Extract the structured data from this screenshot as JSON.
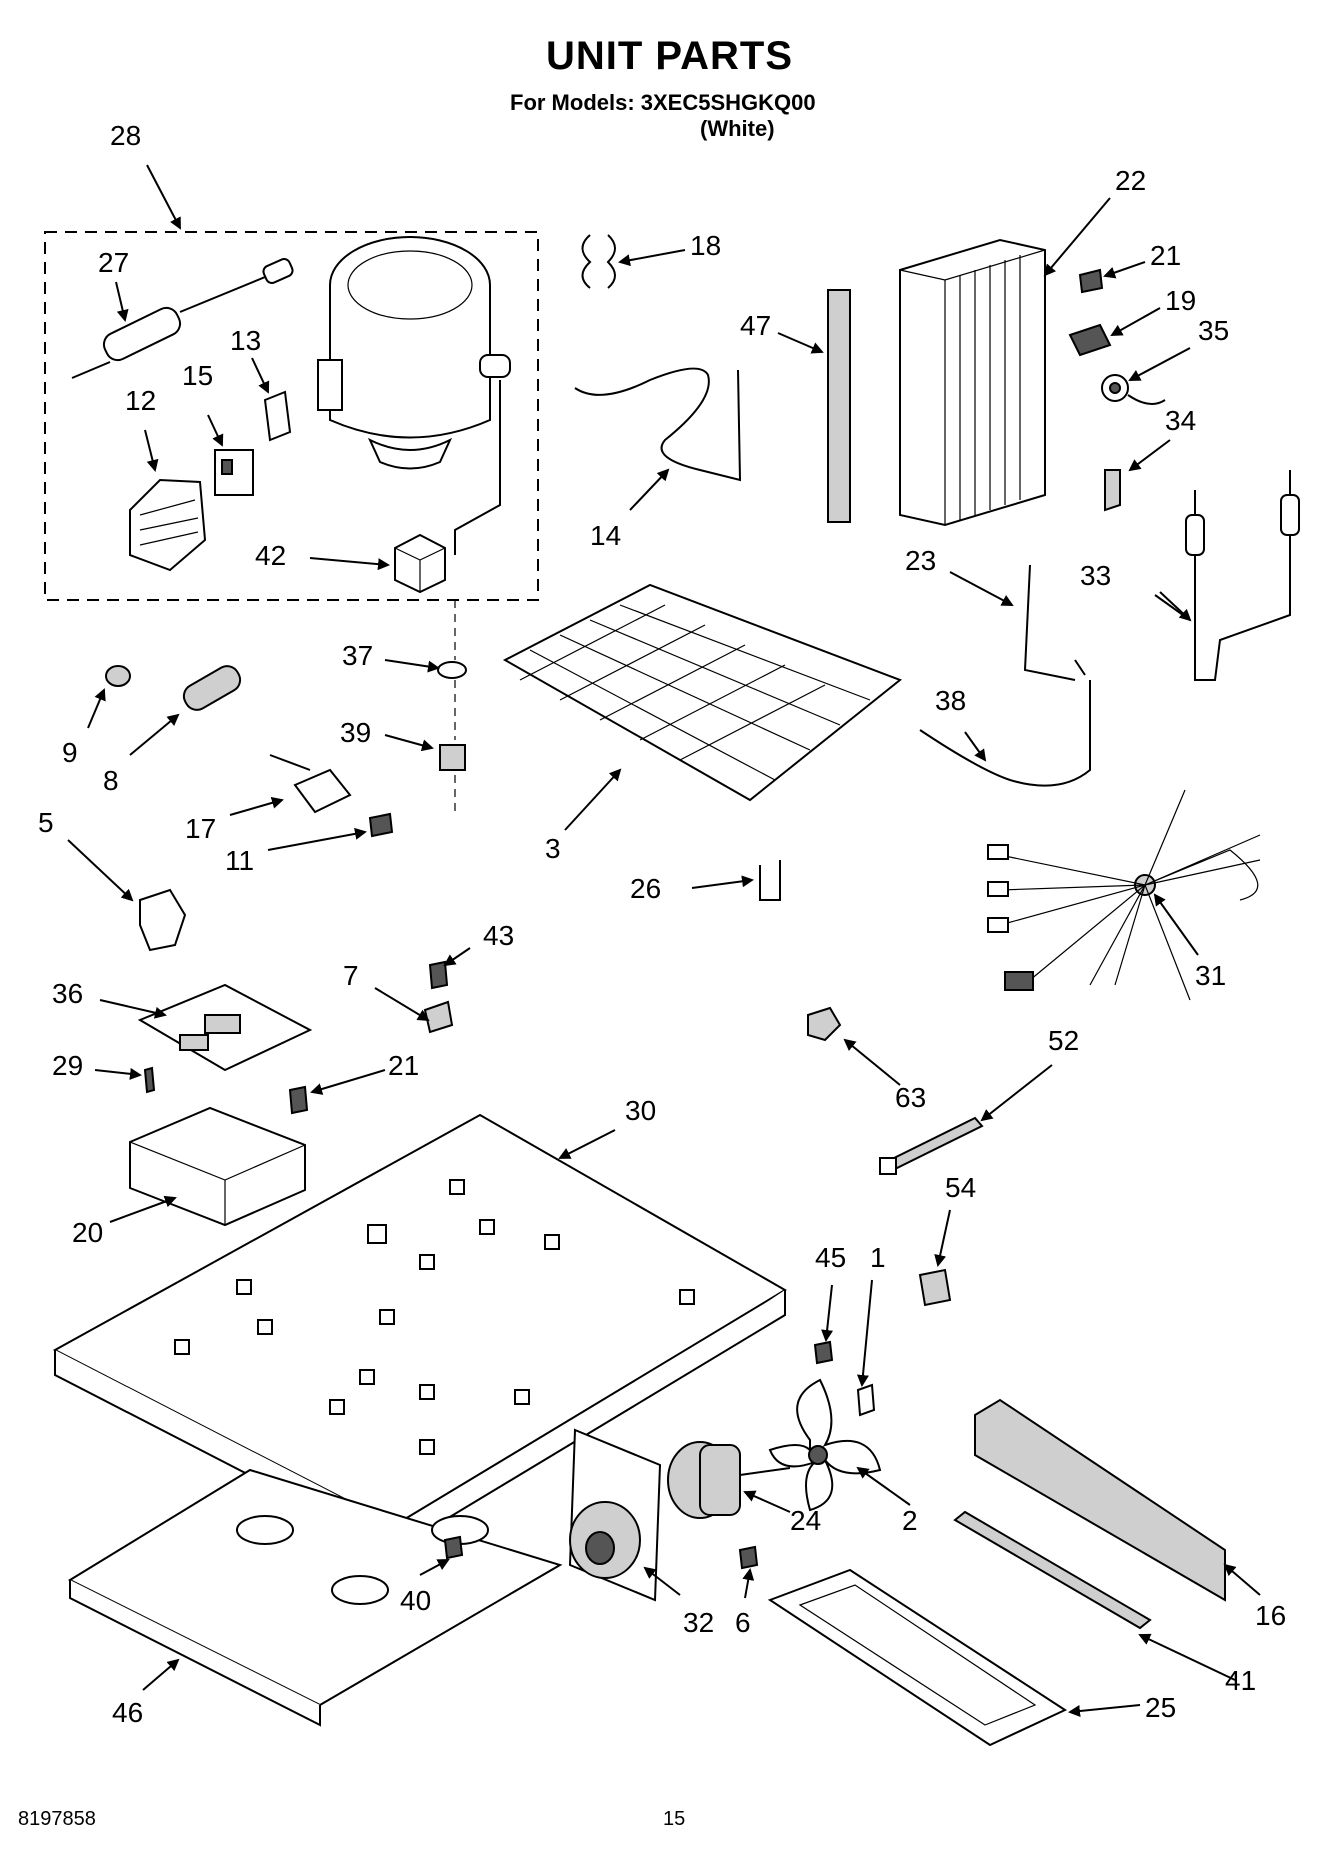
{
  "header": {
    "title": "UNIT PARTS",
    "models_line": "For Models: 3XEC5SHGKQ00",
    "variant": "(White)"
  },
  "footer": {
    "doc_number": "8197858",
    "page_number": "15"
  },
  "callouts": [
    "28",
    "27",
    "13",
    "15",
    "12",
    "42",
    "18",
    "47",
    "14",
    "22",
    "21",
    "19",
    "35",
    "34",
    "23",
    "33",
    "37",
    "39",
    "9",
    "8",
    "17",
    "11",
    "5",
    "3",
    "38",
    "26",
    "31",
    "43",
    "7",
    "36",
    "29",
    "21",
    "20",
    "30",
    "63",
    "52",
    "54",
    "45",
    "1",
    "2",
    "24",
    "40",
    "32",
    "6",
    "46",
    "16",
    "41",
    "25"
  ]
}
